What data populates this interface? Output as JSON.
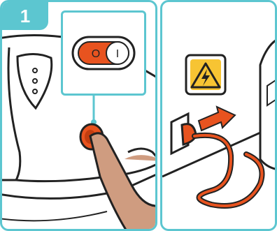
{
  "step": {
    "number": "1"
  },
  "switch": {
    "off_label": "O",
    "on_label": "I",
    "color": "#e8531f"
  },
  "colors": {
    "frame": "#5cc6d0",
    "warning_fill": "#f7c433",
    "cord": "#e8531f"
  },
  "icons": {
    "warning": "high-voltage-icon",
    "arrow": "unplug-arrow-icon"
  }
}
